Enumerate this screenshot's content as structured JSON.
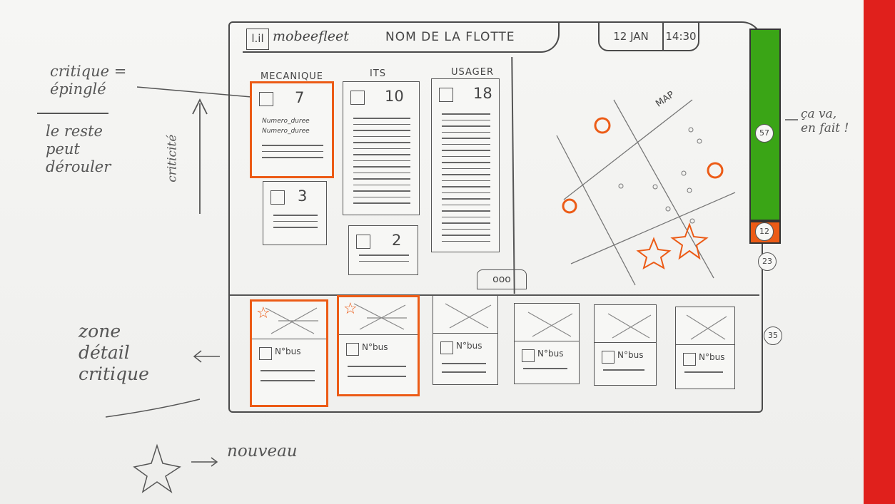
{
  "app": {
    "logo": "l.il",
    "name": "mobeefleet",
    "fleet_title": "NOM DE LA FLOTTE"
  },
  "clock": {
    "date": "12 JAN",
    "time": "14:30"
  },
  "columns": [
    {
      "title": "MECANIQUE",
      "cards": [
        {
          "count": "7",
          "line1": "Numero_duree",
          "line2": "Numero_duree",
          "critical": true
        },
        {
          "count": "3",
          "critical": false
        }
      ]
    },
    {
      "title": "ITS",
      "cards": [
        {
          "count": "10",
          "critical": false
        },
        {
          "count": "2",
          "critical": false
        }
      ]
    },
    {
      "title": "USAGER",
      "cards": [
        {
          "count": "18",
          "critical": false
        }
      ]
    }
  ],
  "more_label": "ooo",
  "map": {
    "label": "MAP"
  },
  "sidebar": {
    "bubbles": [
      "57",
      "12",
      "23",
      "35"
    ],
    "green_fill": "#3aa516"
  },
  "buses": [
    {
      "label": "N°bus",
      "critical": true,
      "new": true
    },
    {
      "label": "N°bus",
      "critical": true,
      "new": true
    },
    {
      "label": "N°bus",
      "critical": false,
      "new": false
    },
    {
      "label": "N°bus",
      "critical": false,
      "new": false
    },
    {
      "label": "N°bus",
      "critical": false,
      "new": false
    },
    {
      "label": "N°bus",
      "critical": false,
      "new": false
    }
  ],
  "notes": {
    "critique1": "critique =",
    "critique2": "épinglé",
    "reste1": "le reste",
    "reste2": "peut",
    "reste3": "dérouler",
    "criticite": "criticité",
    "ca_va1": "ça va,",
    "ca_va2": "en fait !",
    "zone1": "zone",
    "zone2": "détail",
    "zone3": "critique",
    "nouveau": "nouveau"
  },
  "colors": {
    "accent": "#ec5b16",
    "green": "#3aa516",
    "red": "#e0201c"
  }
}
